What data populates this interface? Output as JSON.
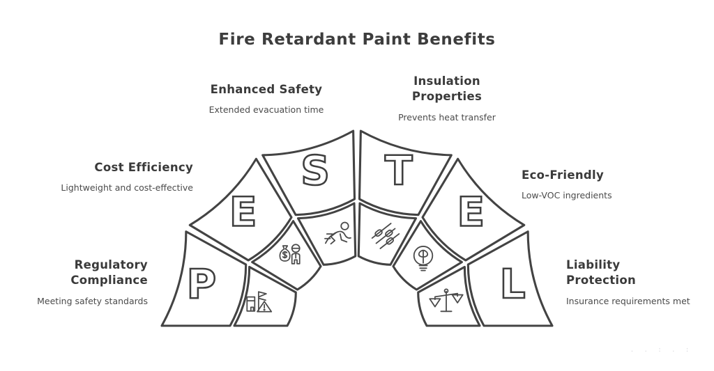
{
  "title": "Fire Retardant Paint Benefits",
  "theme": {
    "background": "#ffffff",
    "stroke": "#434343",
    "text": "#3d3d3d",
    "icon": "#4a4a4a"
  },
  "outer_ring": {
    "letters": [
      "P",
      "E",
      "S",
      "T",
      "E",
      "L"
    ]
  },
  "inner_ring": {
    "icons": [
      "buildings-warning-icon",
      "money-bag-person-icon",
      "running-person-exit-icon",
      "sliders-technology-icon",
      "lightbulb-leaf-icon",
      "scales-of-justice-icon"
    ]
  },
  "labels": [
    {
      "id": "regulatory",
      "letter": "P",
      "heading": "Regulatory\nCompliance",
      "subtext": "Meeting safety standards",
      "align": "right"
    },
    {
      "id": "cost-efficiency",
      "letter": "E",
      "heading": "Cost Efficiency",
      "subtext": "Lightweight and cost-effective",
      "align": "right"
    },
    {
      "id": "enhanced-safety",
      "letter": "S",
      "heading": "Enhanced Safety",
      "subtext": "Extended evacuation time",
      "align": "center"
    },
    {
      "id": "insulation",
      "letter": "T",
      "heading": "Insulation\nProperties",
      "subtext": "Prevents heat transfer",
      "align": "center"
    },
    {
      "id": "eco-friendly",
      "letter": "E",
      "heading": "Eco-Friendly",
      "subtext": "Low-VOC ingredients",
      "align": "left"
    },
    {
      "id": "liability",
      "letter": "L",
      "heading": "Liability\nProtection",
      "subtext": "Insurance requirements met",
      "align": "left"
    }
  ],
  "watermark": ". .  :  . :"
}
